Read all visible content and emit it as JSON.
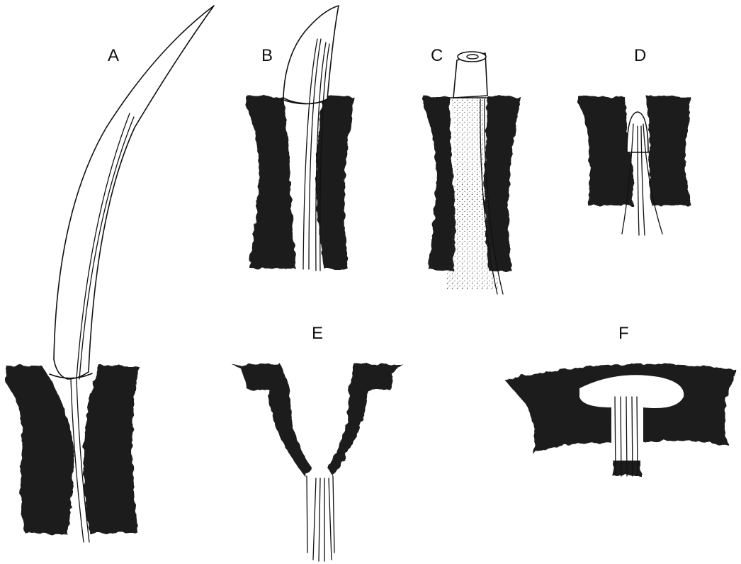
{
  "panels": [
    {
      "id": "A",
      "label": "A"
    },
    {
      "id": "B",
      "label": "B"
    },
    {
      "id": "C",
      "label": "C"
    },
    {
      "id": "D",
      "label": "D"
    },
    {
      "id": "E",
      "label": "E"
    },
    {
      "id": "F",
      "label": "F"
    }
  ],
  "colors": {
    "ink": "#111111",
    "wall": "#1a1a1a",
    "paper": "#ffffff",
    "stipple": "#444444"
  }
}
